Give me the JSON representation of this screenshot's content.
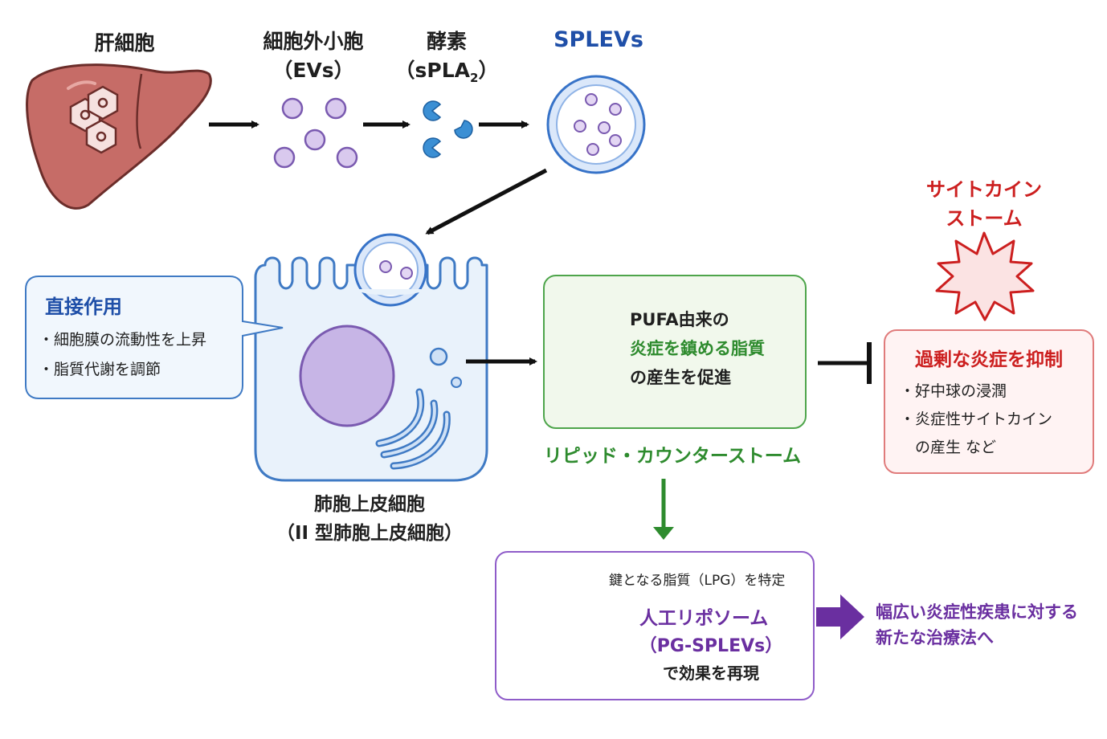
{
  "top_row": {
    "liver_label": "肝細胞",
    "evs_label_1": "細胞外小胞",
    "evs_label_2": "（EVs）",
    "enzyme_label_1": "酵素",
    "enzyme_label_2": "（sPLA",
    "enzyme_label_sub": "2",
    "enzyme_label_close": "）",
    "splevs_label": "SPLEVs"
  },
  "direct_action": {
    "title": "直接作用",
    "items": [
      "・細胞膜の流動性を上昇",
      "・脂質代謝を調節"
    ]
  },
  "alveolar_cell": {
    "label_1": "肺胞上皮細胞",
    "label_2": "（II 型肺胞上皮細胞）"
  },
  "pufa_box": {
    "line_1": "PUFA由来の",
    "line_2": "炎症を鎮める脂質",
    "line_3": "の産生を促進"
  },
  "lipid_storm_label": "リピッド・カウンターストーム",
  "cytokine_storm": {
    "line_1": "サイトカイン",
    "line_2": "ストーム"
  },
  "suppress_box": {
    "title": "過剰な炎症を抑制",
    "items": [
      "・好中球の浸潤",
      "・炎症性サイトカイン",
      "　の産生  など"
    ]
  },
  "liposome_box": {
    "key_lipid": "鍵となる脂質（LPG）を特定",
    "title_1": "人工リポソーム",
    "title_2": "（PG-SPLEVs）",
    "line_3": "で効果を再現"
  },
  "outcome": {
    "line_1": "幅広い炎症性疾患に対する",
    "line_2": "新たな治療法へ"
  },
  "colors": {
    "blue": "#1f4fa8",
    "green": "#2e8b2e",
    "red": "#cc1f1f",
    "purple": "#6a2fa0",
    "liver": "#c56b66",
    "vesicle": "#d9c9ee"
  }
}
